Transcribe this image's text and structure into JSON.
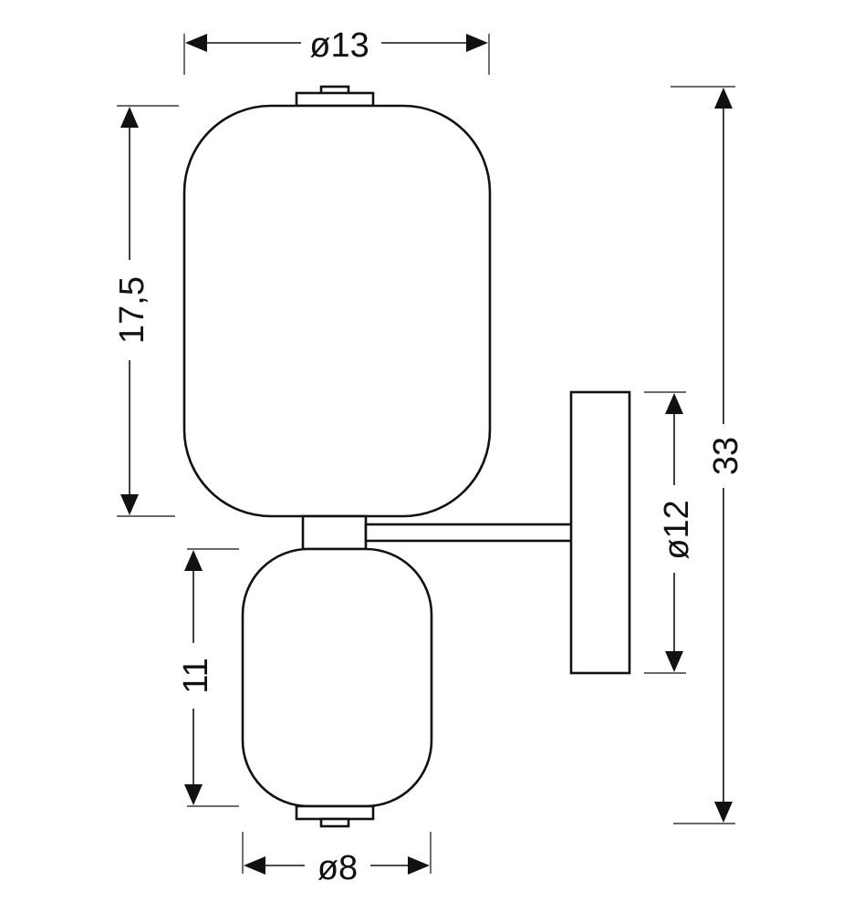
{
  "colors": {
    "line": "#111111",
    "background": "#ffffff"
  },
  "dimensions": {
    "top_diameter": "ø13",
    "upper_shade_height": "17,5",
    "total_height": "33",
    "base_diameter": "ø12",
    "lower_shade_height": "11",
    "bottom_diameter": "ø8"
  }
}
